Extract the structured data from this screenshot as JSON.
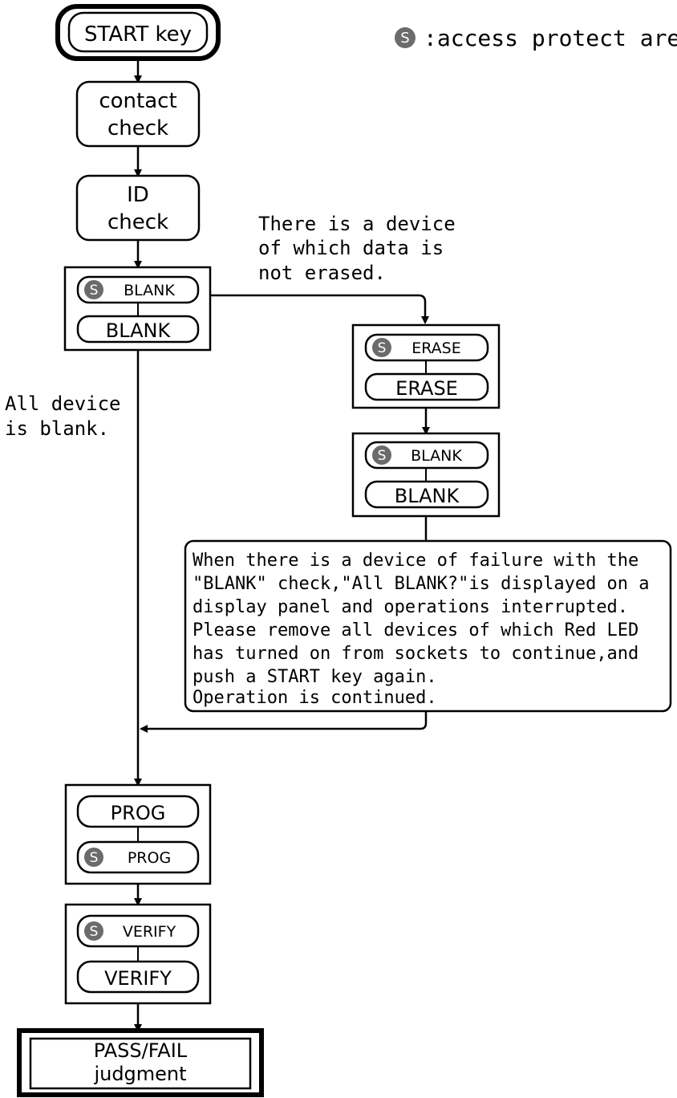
{
  "legend": {
    "badge": "S",
    "text": ":access protect area."
  },
  "flow": {
    "start": "START key",
    "contact_check": [
      "contact",
      "check"
    ],
    "id_check": [
      "ID",
      "check"
    ],
    "blank_protect": "BLANK",
    "blank": "BLANK",
    "erase_protect": "ERASE",
    "erase": "ERASE",
    "blank2_protect": "BLANK",
    "blank2": "BLANK",
    "prog": "PROG",
    "prog_protect": "PROG",
    "verify_protect": "VERIFY",
    "verify": "VERIFY",
    "result": [
      "PASS/FAIL",
      "judgment"
    ]
  },
  "annotations": {
    "not_erased": [
      "There is a device",
      "of which data is",
      "not erased."
    ],
    "all_blank": [
      "All device",
      "is blank."
    ],
    "failure_note": [
      "When there is a device of failure with the",
      "\"BLANK\" check,\"All BLANK?\"is displayed on a",
      "display panel and operations interrupted.",
      "Please remove all devices of which Red LED",
      "has turned on from sockets to continue,and",
      "push a START key again.",
      "Operation is continued."
    ]
  },
  "colors": {
    "line": "#000000",
    "badge_fill": "#6b6b6b",
    "badge_text": "#ffffff",
    "background": "#ffffff"
  }
}
